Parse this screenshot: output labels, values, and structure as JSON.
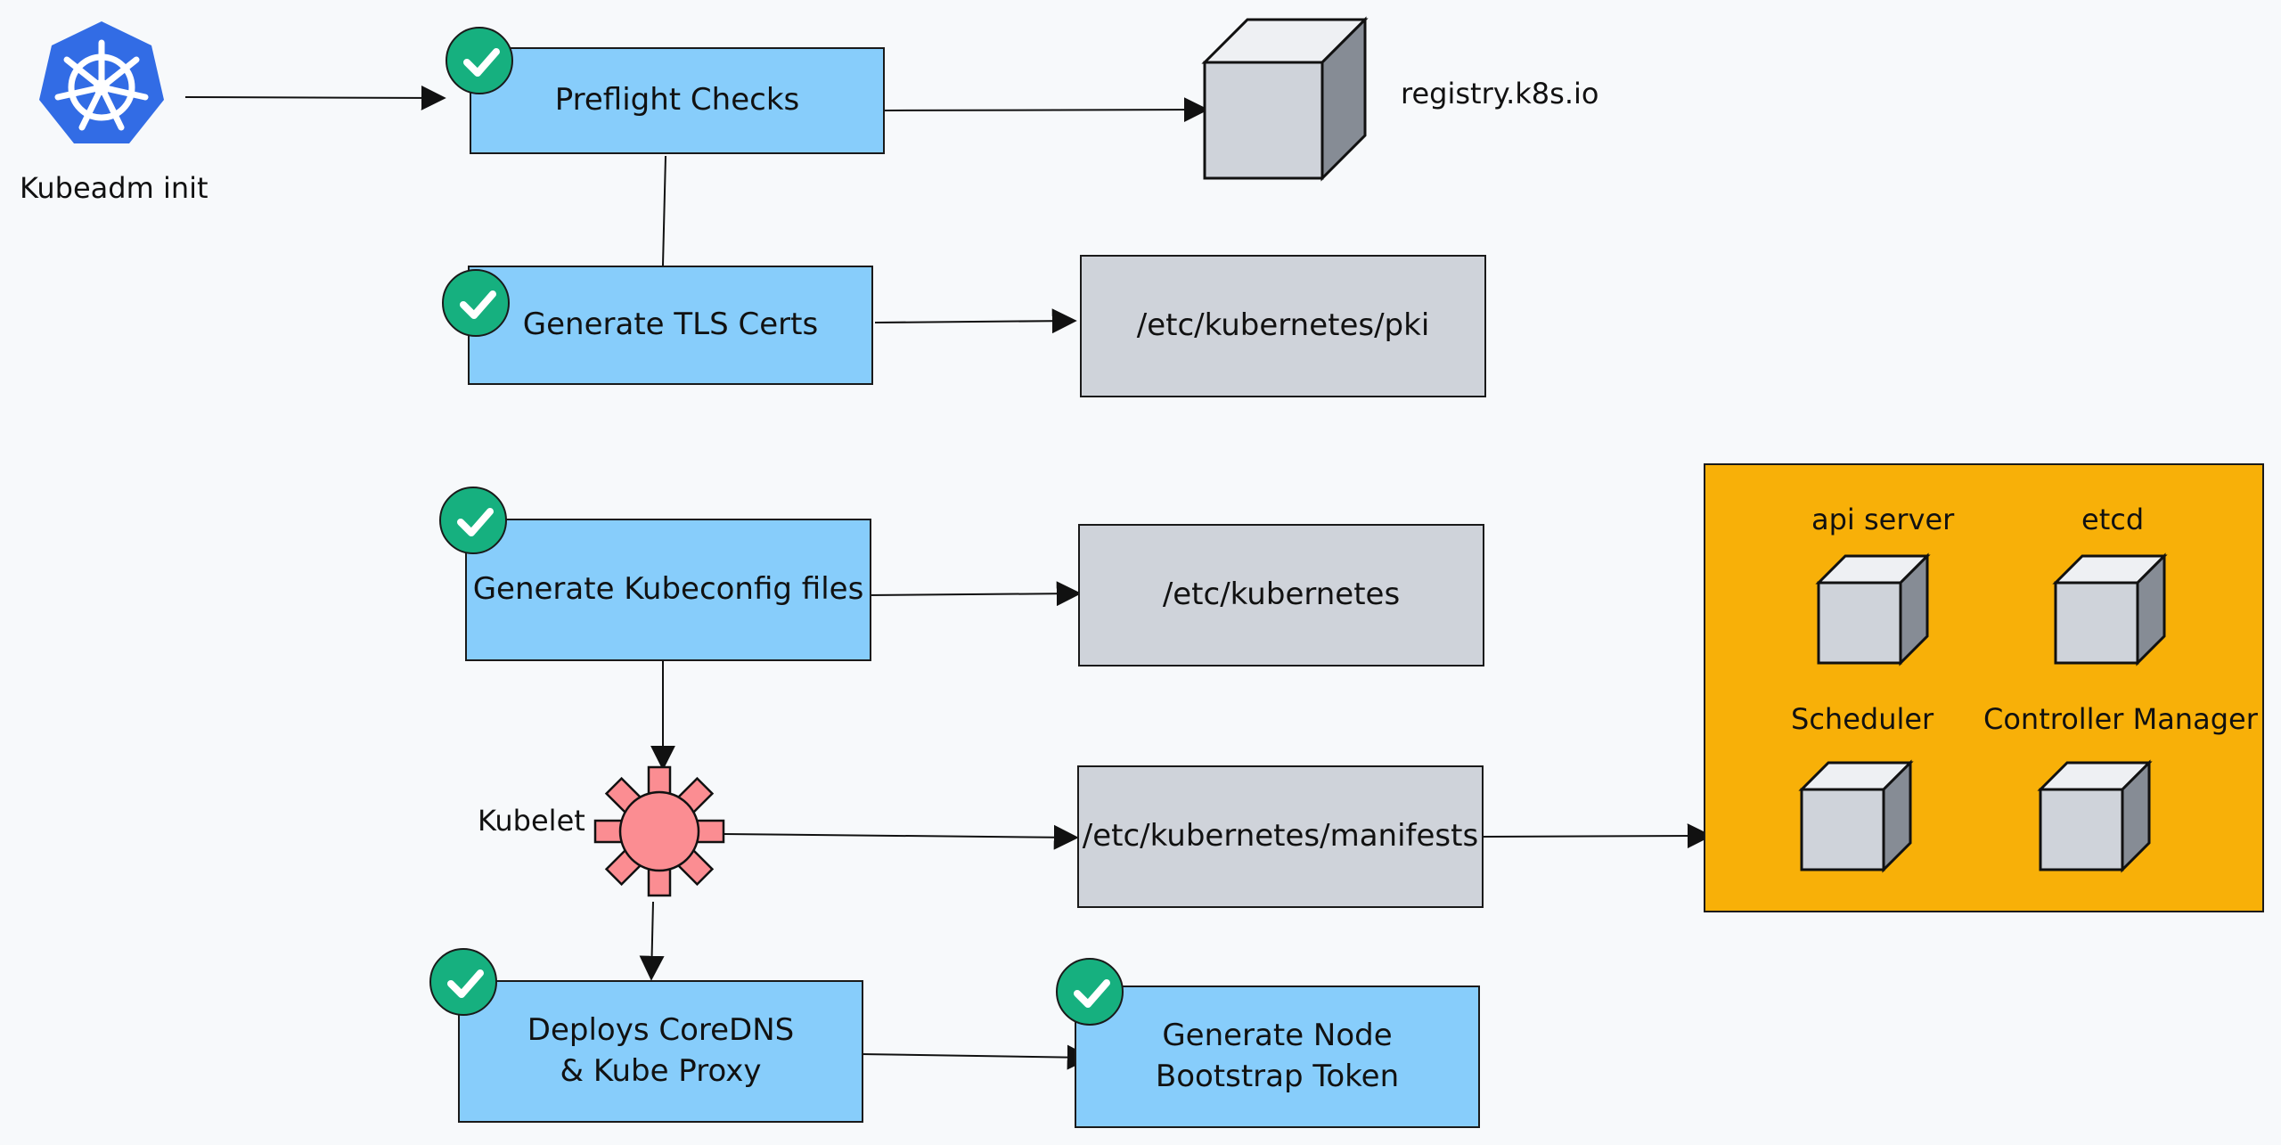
{
  "start": {
    "label": "Kubeadm init",
    "icon": "kubernetes-logo-icon"
  },
  "steps": {
    "preflight": "Preflight Checks",
    "tls": "Generate TLS Certs",
    "kubeconfig": "Generate Kubeconfig files",
    "coredns_line1": "Deploys CoreDNS",
    "coredns_line2": "& Kube Proxy",
    "token_line1": "Generate Node",
    "token_line2": "Bootstrap Token"
  },
  "targets": {
    "registry": "registry.k8s.io",
    "pki": "/etc/kubernetes/pki",
    "kubernetes": "/etc/kubernetes",
    "manifests": "/etc/kubernetes/manifests"
  },
  "kubelet": {
    "label": "Kubelet",
    "icon": "gear-icon"
  },
  "control_plane": {
    "components": [
      "api server",
      "etcd",
      "Scheduler",
      "Controller Manager"
    ]
  },
  "colors": {
    "step_fill": "#87cdfb",
    "path_fill": "#cfd3da",
    "check_fill": "#16b07f",
    "panel_fill": "#f8b008",
    "kubelet_fill": "#fb8d92",
    "logo_fill": "#326ce5",
    "background": "#f7f9fb"
  }
}
